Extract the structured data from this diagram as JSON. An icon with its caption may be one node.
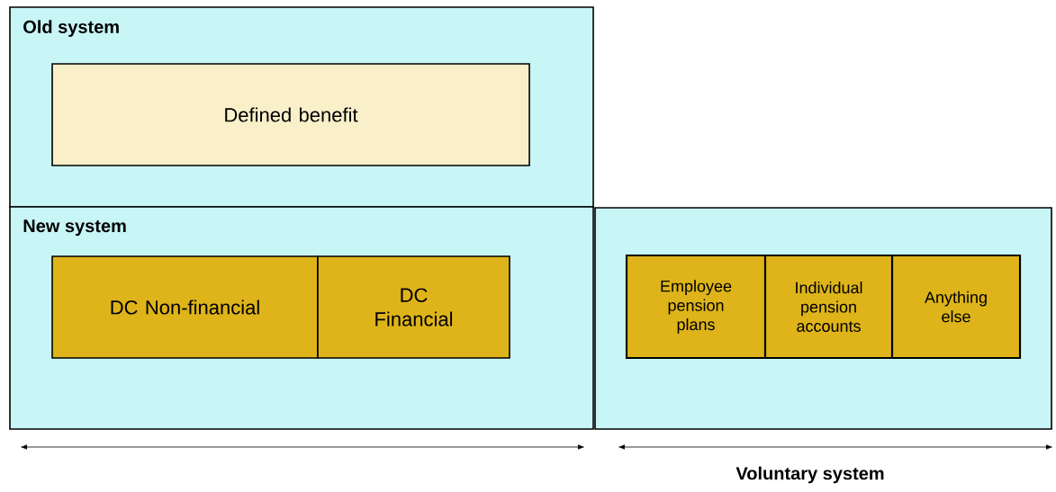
{
  "diagram": {
    "nodes": [
      {
        "text": [
          "Old system"
        ]
      },
      {
        "text": [
          "Defined benefit"
        ],
        "in": 0
      },
      {
        "text": [
          "New system"
        ]
      },
      {
        "text": [
          "DC Non-financial"
        ],
        "in": 2
      },
      {
        "text": [
          "DC Financial"
        ],
        "in": 2
      },
      {
        "text": [],
        "shape": "box"
      },
      {
        "text": [
          "Employee pension plans"
        ],
        "in": 5
      },
      {
        "text": [
          "Individual pension accounts"
        ],
        "in": 5
      },
      {
        "text": [
          "Anything else"
        ],
        "in": 5
      }
    ],
    "labels": [
      "Voluntary system"
    ]
  }
}
